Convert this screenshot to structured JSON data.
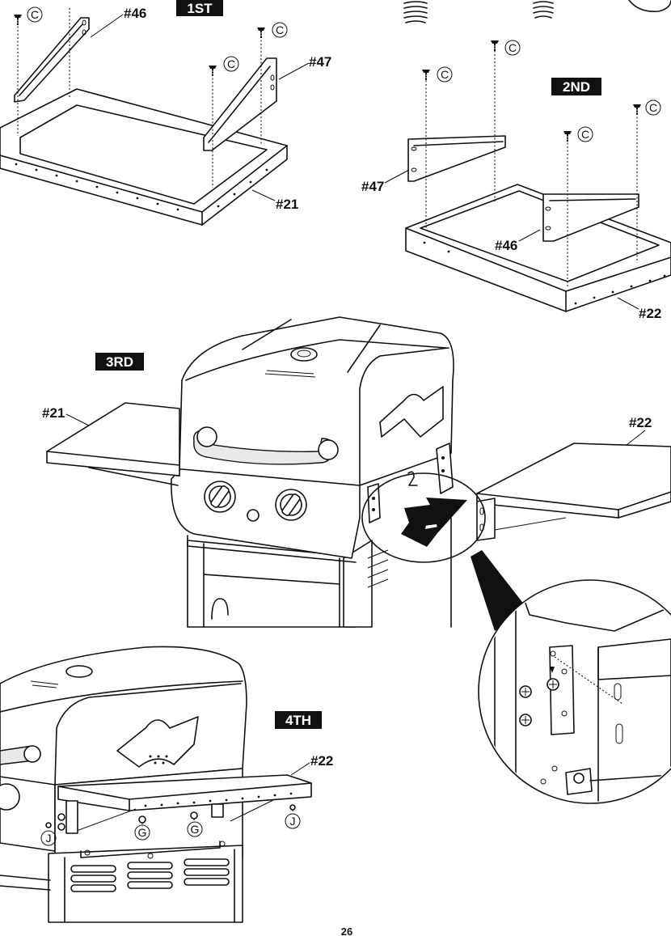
{
  "steps": {
    "s1": "1ST",
    "s2": "2ND",
    "s3": "3RD",
    "s4": "4TH"
  },
  "parts": {
    "p46": "#46",
    "p47": "#47",
    "p21": "#21",
    "p22": "#22"
  },
  "hardware": {
    "c": "C",
    "g": "G",
    "j": "J"
  },
  "page_number": "26"
}
